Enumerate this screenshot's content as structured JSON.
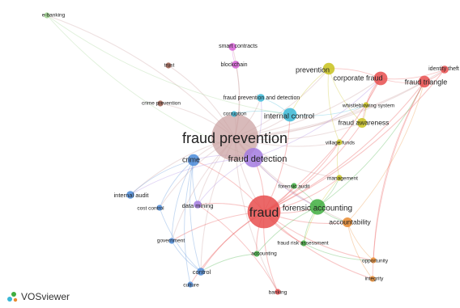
{
  "app": {
    "name": "VOSviewer"
  },
  "clusters": {
    "fraud": "#e84d4d",
    "prevention": "#c9a0a0",
    "detection": "#a37be0",
    "control": "#3ab7d6",
    "crime": "#4a8ad8",
    "forensic": "#3fae3f",
    "awareness": "#c8c21c",
    "accountability": "#e8892e",
    "smart": "#d65ed6",
    "trust": "#9a5a4a",
    "ebanking": "#9bd18c"
  },
  "nodes": [
    {
      "id": "fraud_prevention",
      "label": "fraud prevention",
      "cluster": "prevention",
      "weight": 24,
      "font": 18
    },
    {
      "id": "fraud",
      "label": "fraud",
      "cluster": "fraud",
      "weight": 17,
      "font": 16
    },
    {
      "id": "fraud_detection",
      "label": "fraud detection",
      "cluster": "detection",
      "weight": 10,
      "font": 11
    },
    {
      "id": "forensic_accounting",
      "label": "forensic accounting",
      "cluster": "forensic",
      "weight": 8,
      "font": 10
    },
    {
      "id": "internal_control",
      "label": "internal control",
      "cluster": "control",
      "weight": 7,
      "font": 9.5
    },
    {
      "id": "corporate_fraud",
      "label": "corporate fraud",
      "cluster": "fraud",
      "weight": 7,
      "font": 9
    },
    {
      "id": "fraud_triangle",
      "label": "fraud triangle",
      "cluster": "fraud",
      "weight": 6,
      "font": 9
    },
    {
      "id": "prevention",
      "label": "prevention",
      "cluster": "awareness",
      "weight": 6,
      "font": 9
    },
    {
      "id": "crime",
      "label": "crime",
      "cluster": "crime",
      "weight": 6,
      "font": 9
    },
    {
      "id": "accountability",
      "label": "accountability",
      "cluster": "accountability",
      "weight": 5,
      "font": 8.5
    },
    {
      "id": "fraud_awareness",
      "label": "fraud awareness",
      "cluster": "awareness",
      "weight": 5,
      "font": 8.5
    },
    {
      "id": "identity_theft",
      "label": "identity theft",
      "cluster": "fraud",
      "weight": 4,
      "font": 7
    },
    {
      "id": "smart_contracts",
      "label": "smart contracts",
      "cluster": "smart",
      "weight": 4,
      "font": 7
    },
    {
      "id": "blockchain",
      "label": "blockchain",
      "cluster": "smart",
      "weight": 4,
      "font": 7
    },
    {
      "id": "trust",
      "label": "trust",
      "cluster": "trust",
      "weight": 3,
      "font": 6.5
    },
    {
      "id": "fpd",
      "label": "fraud prevention and detection",
      "cluster": "control",
      "weight": 4,
      "font": 7
    },
    {
      "id": "corruption",
      "label": "corruption",
      "cluster": "control",
      "weight": 3,
      "font": 6.5
    },
    {
      "id": "crime_prevention",
      "label": "crime prevention",
      "cluster": "trust",
      "weight": 3,
      "font": 6.5
    },
    {
      "id": "whistleblowing",
      "label": "whistleblowing system",
      "cluster": "awareness",
      "weight": 3,
      "font": 6.5
    },
    {
      "id": "village_funds",
      "label": "village funds",
      "cluster": "awareness",
      "weight": 3,
      "font": 6.5
    },
    {
      "id": "management",
      "label": "management",
      "cluster": "awareness",
      "weight": 3,
      "font": 6.5
    },
    {
      "id": "forensic_audit",
      "label": "forensic audit",
      "cluster": "forensic",
      "weight": 3,
      "font": 6.5
    },
    {
      "id": "internal_audit",
      "label": "internal audit",
      "cluster": "crime",
      "weight": 4,
      "font": 7.5
    },
    {
      "id": "data_mining",
      "label": "data mining",
      "cluster": "detection",
      "weight": 4,
      "font": 7.5
    },
    {
      "id": "cost_control",
      "label": "cost control",
      "cluster": "crime",
      "weight": 3,
      "font": 6.5
    },
    {
      "id": "government",
      "label": "government",
      "cluster": "crime",
      "weight": 3,
      "font": 6.5
    },
    {
      "id": "fraud_risk",
      "label": "fraud risk assessment",
      "cluster": "forensic",
      "weight": 3,
      "font": 6.5
    },
    {
      "id": "accounting",
      "label": "accounting",
      "cluster": "forensic",
      "weight": 3,
      "font": 6.5
    },
    {
      "id": "opportunity",
      "label": "opportunity",
      "cluster": "accountability",
      "weight": 3,
      "font": 6.5
    },
    {
      "id": "integrity",
      "label": "integrity",
      "cluster": "accountability",
      "weight": 3,
      "font": 6.5
    },
    {
      "id": "control",
      "label": "control",
      "cluster": "crime",
      "weight": 4,
      "font": 7.5
    },
    {
      "id": "culture",
      "label": "culture",
      "cluster": "crime",
      "weight": 3,
      "font": 6.5
    },
    {
      "id": "banking",
      "label": "banking",
      "cluster": "fraud",
      "weight": 3,
      "font": 6.5
    },
    {
      "id": "e_banking",
      "label": "e-banking",
      "cluster": "ebanking",
      "weight": 3,
      "font": 6.5
    }
  ],
  "links": [
    [
      "fraud_prevention",
      "fraud"
    ],
    [
      "fraud_prevention",
      "fraud_detection"
    ],
    [
      "fraud_prevention",
      "internal_control"
    ],
    [
      "fraud_prevention",
      "corporate_fraud"
    ],
    [
      "fraud_prevention",
      "fraud_triangle"
    ],
    [
      "fraud_prevention",
      "prevention"
    ],
    [
      "fraud_prevention",
      "crime"
    ],
    [
      "fraud_prevention",
      "forensic_accounting"
    ],
    [
      "fraud_prevention",
      "fraud_awareness"
    ],
    [
      "fraud_prevention",
      "identity_theft"
    ],
    [
      "fraud_prevention",
      "smart_contracts"
    ],
    [
      "fraud_prevention",
      "blockchain"
    ],
    [
      "fraud_prevention",
      "trust"
    ],
    [
      "fraud_prevention",
      "fpd"
    ],
    [
      "fraud_prevention",
      "corruption"
    ],
    [
      "fraud_prevention",
      "crime_prevention"
    ],
    [
      "fraud_prevention",
      "whistleblowing"
    ],
    [
      "fraud_prevention",
      "village_funds"
    ],
    [
      "fraud_prevention",
      "management"
    ],
    [
      "fraud_prevention",
      "internal_audit"
    ],
    [
      "fraud_prevention",
      "data_mining"
    ],
    [
      "fraud_prevention",
      "cost_control"
    ],
    [
      "fraud_prevention",
      "government"
    ],
    [
      "fraud_prevention",
      "control"
    ],
    [
      "fraud_prevention",
      "e_banking"
    ],
    [
      "fraud_prevention",
      "accountability"
    ],
    [
      "fraud_prevention",
      "banking"
    ],
    [
      "fraud",
      "fraud_detection"
    ],
    [
      "fraud",
      "forensic_accounting"
    ],
    [
      "fraud",
      "accountability"
    ],
    [
      "fraud",
      "corporate_fraud"
    ],
    [
      "fraud",
      "fraud_triangle"
    ],
    [
      "fraud",
      "identity_theft"
    ],
    [
      "fraud",
      "accounting"
    ],
    [
      "fraud",
      "fraud_risk"
    ],
    [
      "fraud",
      "banking"
    ],
    [
      "fraud",
      "opportunity"
    ],
    [
      "fraud",
      "integrity"
    ],
    [
      "fraud",
      "government"
    ],
    [
      "fraud",
      "control"
    ],
    [
      "fraud",
      "culture"
    ],
    [
      "fraud",
      "internal_control"
    ],
    [
      "fraud",
      "crime"
    ],
    [
      "fraud",
      "data_mining"
    ],
    [
      "fraud",
      "fraud_awareness"
    ],
    [
      "fraud",
      "management"
    ],
    [
      "fraud",
      "village_funds"
    ],
    [
      "fraud",
      "forensic_audit"
    ],
    [
      "fraud_detection",
      "data_mining"
    ],
    [
      "fraud_detection",
      "internal_audit"
    ],
    [
      "fraud_detection",
      "crime"
    ],
    [
      "fraud_detection",
      "forensic_accounting"
    ],
    [
      "fraud_detection",
      "corporate_fraud"
    ],
    [
      "fraud_detection",
      "fpd"
    ],
    [
      "crime",
      "internal_audit"
    ],
    [
      "crime",
      "cost_control"
    ],
    [
      "crime",
      "government"
    ],
    [
      "crime",
      "control"
    ],
    [
      "crime",
      "culture"
    ],
    [
      "crime",
      "data_mining"
    ],
    [
      "cost_control",
      "control"
    ],
    [
      "government",
      "control"
    ],
    [
      "forensic_accounting",
      "accountability"
    ],
    [
      "forensic_accounting",
      "forensic_audit"
    ],
    [
      "forensic_accounting",
      "fraud_risk"
    ],
    [
      "forensic_accounting",
      "accounting"
    ],
    [
      "forensic_accounting",
      "management"
    ],
    [
      "forensic_accounting",
      "fraud_triangle"
    ],
    [
      "accountability",
      "opportunity"
    ],
    [
      "accountability",
      "integrity"
    ],
    [
      "accountability",
      "fraud_triangle"
    ],
    [
      "corporate_fraud",
      "fraud_triangle"
    ],
    [
      "corporate_fraud",
      "prevention"
    ],
    [
      "corporate_fraud",
      "identity_theft"
    ],
    [
      "corporate_fraud",
      "whistleblowing"
    ],
    [
      "corporate_fraud",
      "fraud_awareness"
    ],
    [
      "prevention",
      "fraud_awareness"
    ],
    [
      "prevention",
      "internal_control"
    ],
    [
      "prevention",
      "village_funds"
    ],
    [
      "fraud_triangle",
      "identity_theft"
    ],
    [
      "fraud_triangle",
      "opportunity"
    ],
    [
      "fraud_triangle",
      "integrity"
    ],
    [
      "internal_control",
      "fpd"
    ],
    [
      "internal_control",
      "corruption"
    ],
    [
      "internal_control",
      "whistleblowing"
    ],
    [
      "smart_contracts",
      "blockchain"
    ],
    [
      "e_banking",
      "fraud_detection"
    ],
    [
      "e_banking",
      "internal_control"
    ],
    [
      "village_funds",
      "management"
    ],
    [
      "management",
      "fraud_risk"
    ],
    [
      "fraud_awareness",
      "whistleblowing"
    ],
    [
      "accounting",
      "control"
    ],
    [
      "fraud_risk",
      "opportunity"
    ],
    [
      "banking",
      "data_mining"
    ]
  ]
}
